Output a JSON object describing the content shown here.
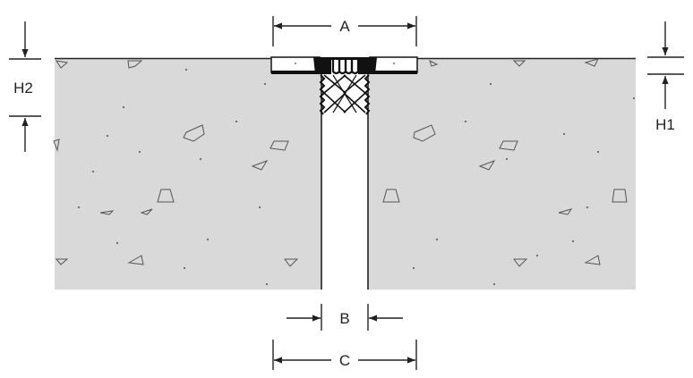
{
  "labels": {
    "a": "A",
    "b": "B",
    "c": "C",
    "h1": "H1",
    "h2": "H2"
  },
  "colors": {
    "concrete": "#d9d9d9",
    "outline": "#222222",
    "rail": "#ffffff",
    "seal": "#111111"
  }
}
